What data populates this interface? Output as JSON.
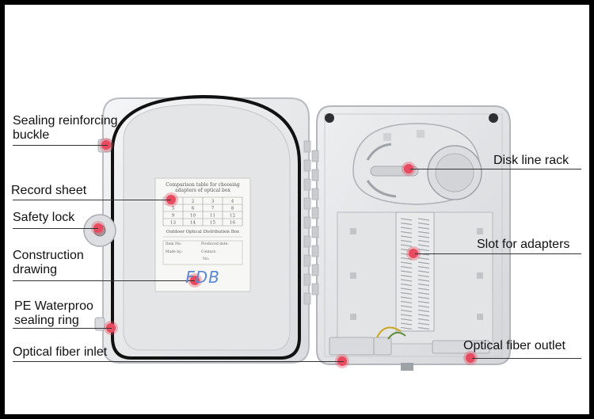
{
  "labels": {
    "sealing_buckle": [
      "Sealing reinforcing",
      "buckle"
    ],
    "record_sheet": [
      "Record sheet"
    ],
    "safety_lock": [
      "Safety lock"
    ],
    "construction_drawing": [
      "Construction",
      "drawing"
    ],
    "pe_ring": [
      "PE Waterproo",
      "sealing ring"
    ],
    "fiber_inlet": [
      "Optical fiber inlet"
    ],
    "disk_rack": [
      "Disk line rack"
    ],
    "adapter_slot": [
      "Slot for adapters"
    ],
    "fiber_outlet": [
      "Optical fiber outlet"
    ]
  },
  "sheet": {
    "title": "Comparison table for choosing adapters of optical box",
    "numbers": [
      "1",
      "2",
      "3",
      "4",
      "5",
      "6",
      "7",
      "8",
      "9",
      "10",
      "11",
      "12",
      "13",
      "14",
      "15",
      "16"
    ],
    "subtitle": "Outdoor Optical Distribution Box",
    "fields": [
      "Item No:",
      "Produced date:",
      "Made by:",
      "Contact:",
      "No:"
    ],
    "brand": "FDB"
  },
  "colors": {
    "marker": "#e84a5f",
    "housing": "#e9eaec",
    "gasket": "#111111"
  }
}
